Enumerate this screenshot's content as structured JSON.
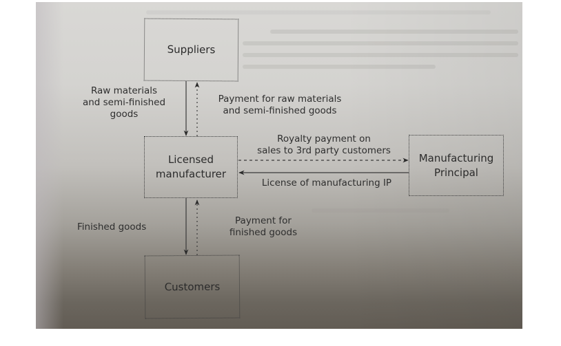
{
  "diagram": {
    "nodes": {
      "suppliers": "Suppliers",
      "licensed_manufacturer": [
        "Licensed",
        "manufacturer"
      ],
      "manufacturing_principal": [
        "Manufacturing",
        "Principal"
      ],
      "customers": "Customers"
    },
    "flows": {
      "raw_materials": [
        "Raw materials",
        "and semi-finished",
        "goods"
      ],
      "payment_raw_materials": [
        "Payment for raw materials",
        "and semi-finished goods"
      ],
      "royalty_payment": [
        "Royalty payment on",
        "sales to 3rd party customers"
      ],
      "license_ip": "License of manufacturing IP",
      "finished_goods": "Finished goods",
      "payment_finished_goods": [
        "Payment for",
        "finished goods"
      ]
    },
    "edges": [
      {
        "from": "suppliers",
        "to": "licensed_manufacturer",
        "label": "raw_materials",
        "style": "solid"
      },
      {
        "from": "licensed_manufacturer",
        "to": "suppliers",
        "label": "payment_raw_materials",
        "style": "dashed"
      },
      {
        "from": "licensed_manufacturer",
        "to": "manufacturing_principal",
        "label": "royalty_payment",
        "style": "dashed"
      },
      {
        "from": "manufacturing_principal",
        "to": "licensed_manufacturer",
        "label": "license_ip",
        "style": "solid"
      },
      {
        "from": "licensed_manufacturer",
        "to": "customers",
        "label": "finished_goods",
        "style": "solid"
      },
      {
        "from": "customers",
        "to": "licensed_manufacturer",
        "label": "payment_finished_goods",
        "style": "dashed"
      }
    ]
  }
}
